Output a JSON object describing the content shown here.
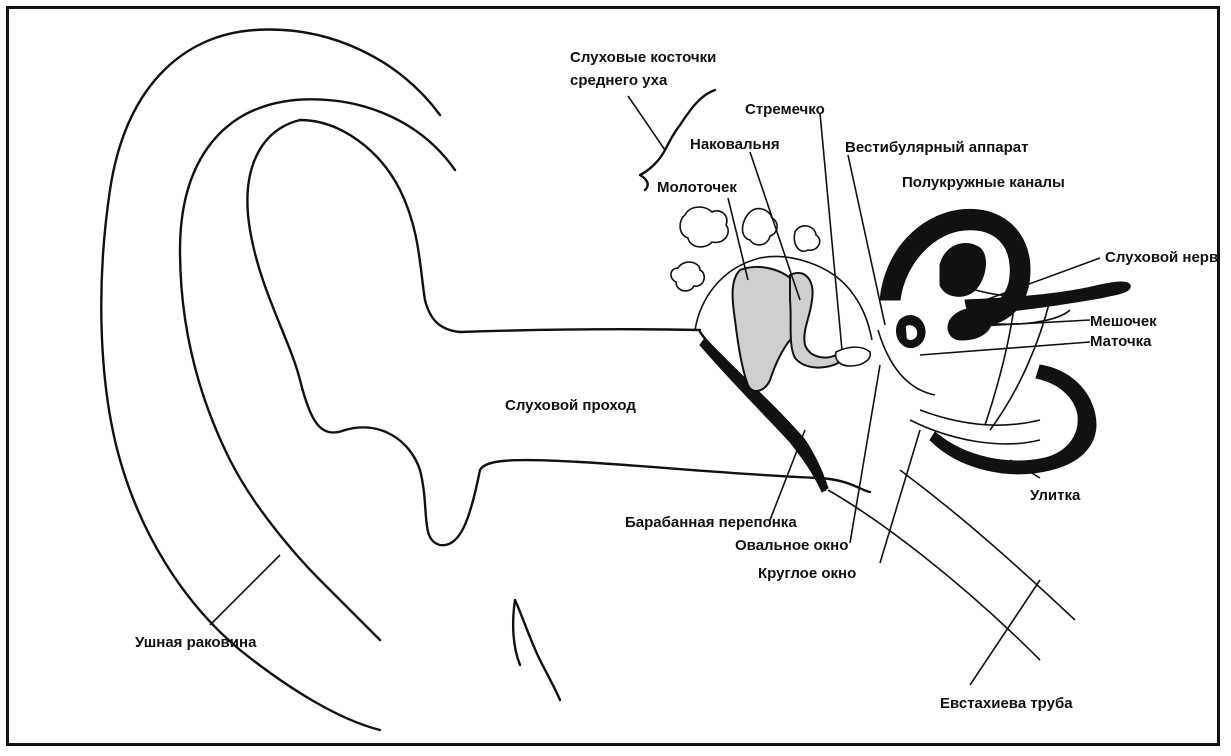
{
  "labels": {
    "ossicles": [
      "Слуховые косточки",
      "среднего уха"
    ],
    "stapes": "Стремечко",
    "incus": "Наковальня",
    "vestibular": "Вестибулярный аппарат",
    "semicircular": "Полукружные каналы",
    "malleus": "Молоточек",
    "auditory_nerve": "Слуховой нерв",
    "saccule": "Мешочек",
    "utricle": "Маточка",
    "ear_canal": "Слуховой проход",
    "cochlea": "Улитка",
    "eardrum": "Барабанная перепонка",
    "oval_window": "Овальное окно",
    "round_window": "Круглое окно",
    "auricle": "Ушная раковина",
    "eustachian": "Евстахиева труба"
  }
}
